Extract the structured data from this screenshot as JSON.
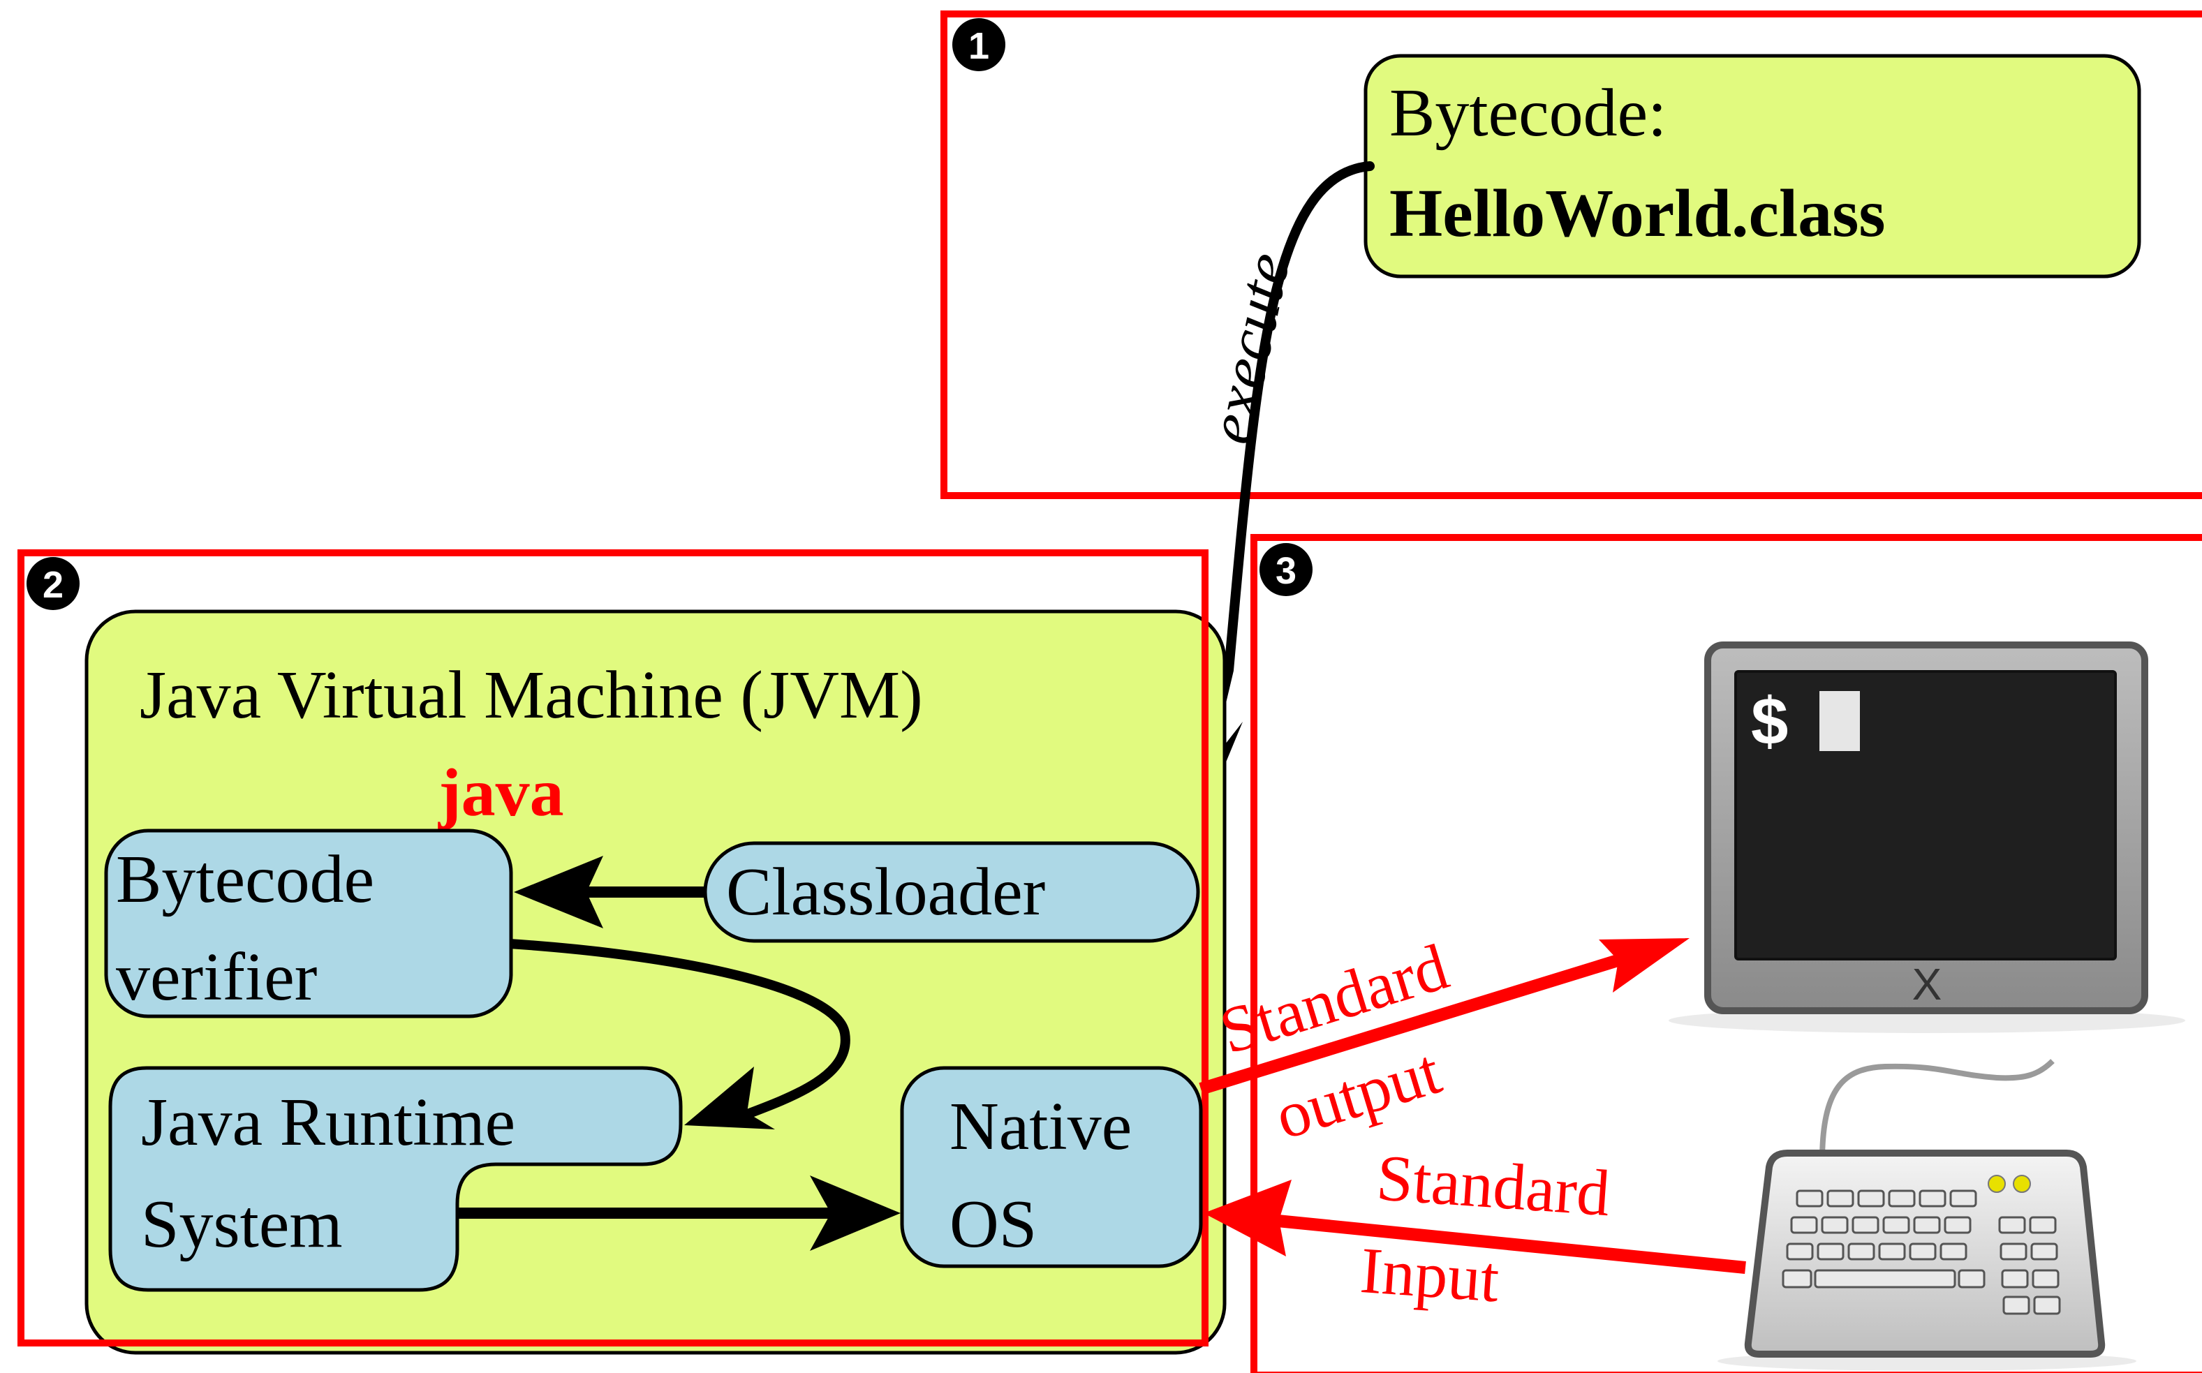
{
  "sections": {
    "s1": {
      "badge": "1"
    },
    "s2": {
      "badge": "2"
    },
    "s3": {
      "badge": "3"
    }
  },
  "bytecode_box": {
    "line1": "Bytecode:",
    "line2": "HelloWorld.class"
  },
  "execute_label": "execute",
  "jvm": {
    "title": "Java Virtual Machine (JVM)",
    "command": "java",
    "bytecode_verifier": {
      "line1": "Bytecode",
      "line2": "verifier"
    },
    "classloader": "Classloader",
    "jre": {
      "line1": "Java Runtime",
      "line2": "System"
    },
    "native_os": {
      "line1": "Native",
      "line2": "OS"
    }
  },
  "io": {
    "stdout": {
      "line1": "Standard",
      "line2": "output"
    },
    "stdin": {
      "line1": "Standard",
      "line2": "Input"
    }
  },
  "terminal": {
    "prompt": "$",
    "badge": "X"
  },
  "icons": [
    "terminal-icon",
    "keyboard-icon"
  ],
  "colors": {
    "section_border": "#ff0000",
    "box_yellow": "#e1fa7f",
    "box_blue": "#add8e6",
    "label_red": "#ff0000",
    "arrow_black": "#000000"
  }
}
